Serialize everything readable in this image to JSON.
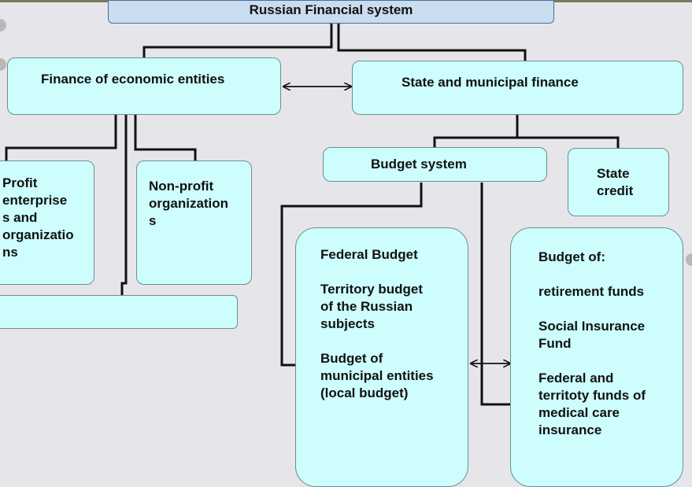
{
  "title": "Russian Financial system",
  "nodes": {
    "economic": "Finance of economic entities",
    "state": "State and municipal finance",
    "profit": [
      "Profit",
      "enterprise",
      "s and",
      "organizatio",
      "ns"
    ],
    "nonprofit": [
      "Non-profit",
      "organization",
      "s"
    ],
    "budget_system": "Budget system",
    "state_credit": [
      "State",
      "credit"
    ],
    "budgets": {
      "federal": "Federal Budget",
      "territory": [
        "Territory budget",
        "of the Russian",
        "subjects"
      ],
      "municipal": [
        "Budget of",
        "municipal entities",
        "(local budget)"
      ]
    },
    "funds": {
      "heading": "Budget of:",
      "retirement": "retirement funds",
      "social": [
        "Social Insurance",
        "Fund"
      ],
      "medical": [
        "Federal and",
        "territoty funds of",
        "medical care",
        "insurance"
      ]
    }
  },
  "colors": {
    "box_fill": "#cdfdfd",
    "box_border": "#6b8f8f",
    "line": "#111111",
    "background": "#e6e6ea"
  }
}
